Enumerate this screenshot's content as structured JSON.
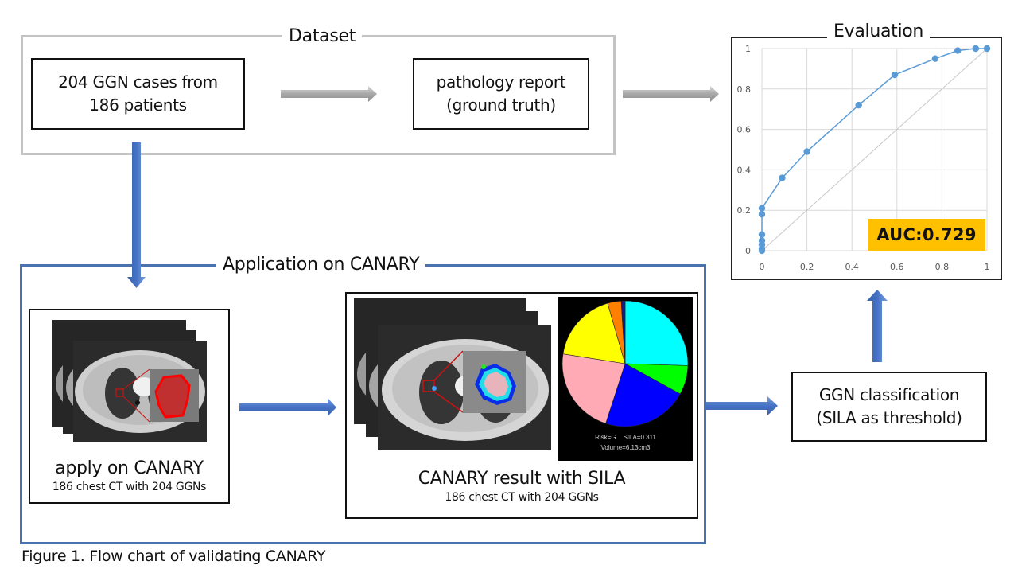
{
  "figure": {
    "caption": "Figure 1. Flow chart of validating CANARY"
  },
  "dataset_group": {
    "title": "Dataset",
    "cases_box": {
      "line1": "204 GGN cases from",
      "line2": "186 patients"
    },
    "pathology_box": {
      "line1": "pathology report",
      "line2": "(ground truth)"
    }
  },
  "application_group": {
    "title": "Application on CANARY",
    "apply_box": {
      "title": "apply on CANARY",
      "subtitle": "186 chest CT with 204 GGNs"
    },
    "result_box": {
      "title": "CANARY result with SILA",
      "subtitle": "186 chest CT with 204 GGNs"
    },
    "result_panel": {
      "risk": "Risk=G",
      "sila": "SILA=0.311",
      "volume": "Volume=6.13cm3"
    }
  },
  "classification_box": {
    "line1": "GGN classification",
    "line2": "(SILA as threshold)"
  },
  "evaluation": {
    "title": "Evaluation",
    "auc_label": "AUC:0.729",
    "auc_color": "#ffc000"
  },
  "colors": {
    "dataset_border": "#c3c3c3",
    "application_border": "#4a72ae",
    "blue_arrow": "#4472c4",
    "gray_arrow": "#a6a6a6",
    "roc_line": "#5b9bd5"
  },
  "chart_data": [
    {
      "type": "line",
      "title": "Evaluation",
      "xlabel": "",
      "ylabel": "",
      "xlim": [
        0,
        1
      ],
      "ylim": [
        0,
        1
      ],
      "xticks": [
        "0",
        "0.2",
        "0.4",
        "0.6",
        "0.8",
        "1"
      ],
      "yticks": [
        "0",
        "0.2",
        "0.4",
        "0.6",
        "0.8",
        "1"
      ],
      "grid": true,
      "series": [
        {
          "name": "ROC",
          "points": [
            [
              0,
              0
            ],
            [
              0,
              0.01
            ],
            [
              0,
              0.03
            ],
            [
              0,
              0.05
            ],
            [
              0,
              0.08
            ],
            [
              0,
              0.18
            ],
            [
              0,
              0.21
            ],
            [
              0.09,
              0.36
            ],
            [
              0.2,
              0.49
            ],
            [
              0.43,
              0.72
            ],
            [
              0.59,
              0.87
            ],
            [
              0.77,
              0.95
            ],
            [
              0.87,
              0.99
            ],
            [
              0.95,
              1.0
            ],
            [
              1.0,
              1.0
            ]
          ]
        },
        {
          "name": "reference",
          "points": [
            [
              0,
              0
            ],
            [
              1,
              1
            ]
          ]
        }
      ],
      "annotation": "AUC:0.729"
    },
    {
      "type": "pie",
      "title": "",
      "labels": [
        "cyan",
        "green",
        "blue",
        "pink",
        "yellow",
        "orange",
        "navy"
      ],
      "colors": [
        "#00ffff",
        "#00ff00",
        "#0000ff",
        "#ffaab4",
        "#ffff00",
        "#ff8000",
        "#1a1a80"
      ],
      "values": [
        25.5,
        7.5,
        22,
        22.5,
        18,
        3.5,
        1
      ],
      "annotations": [
        "Risk=G",
        "SILA=0.311",
        "Volume=6.13cm3"
      ]
    }
  ]
}
